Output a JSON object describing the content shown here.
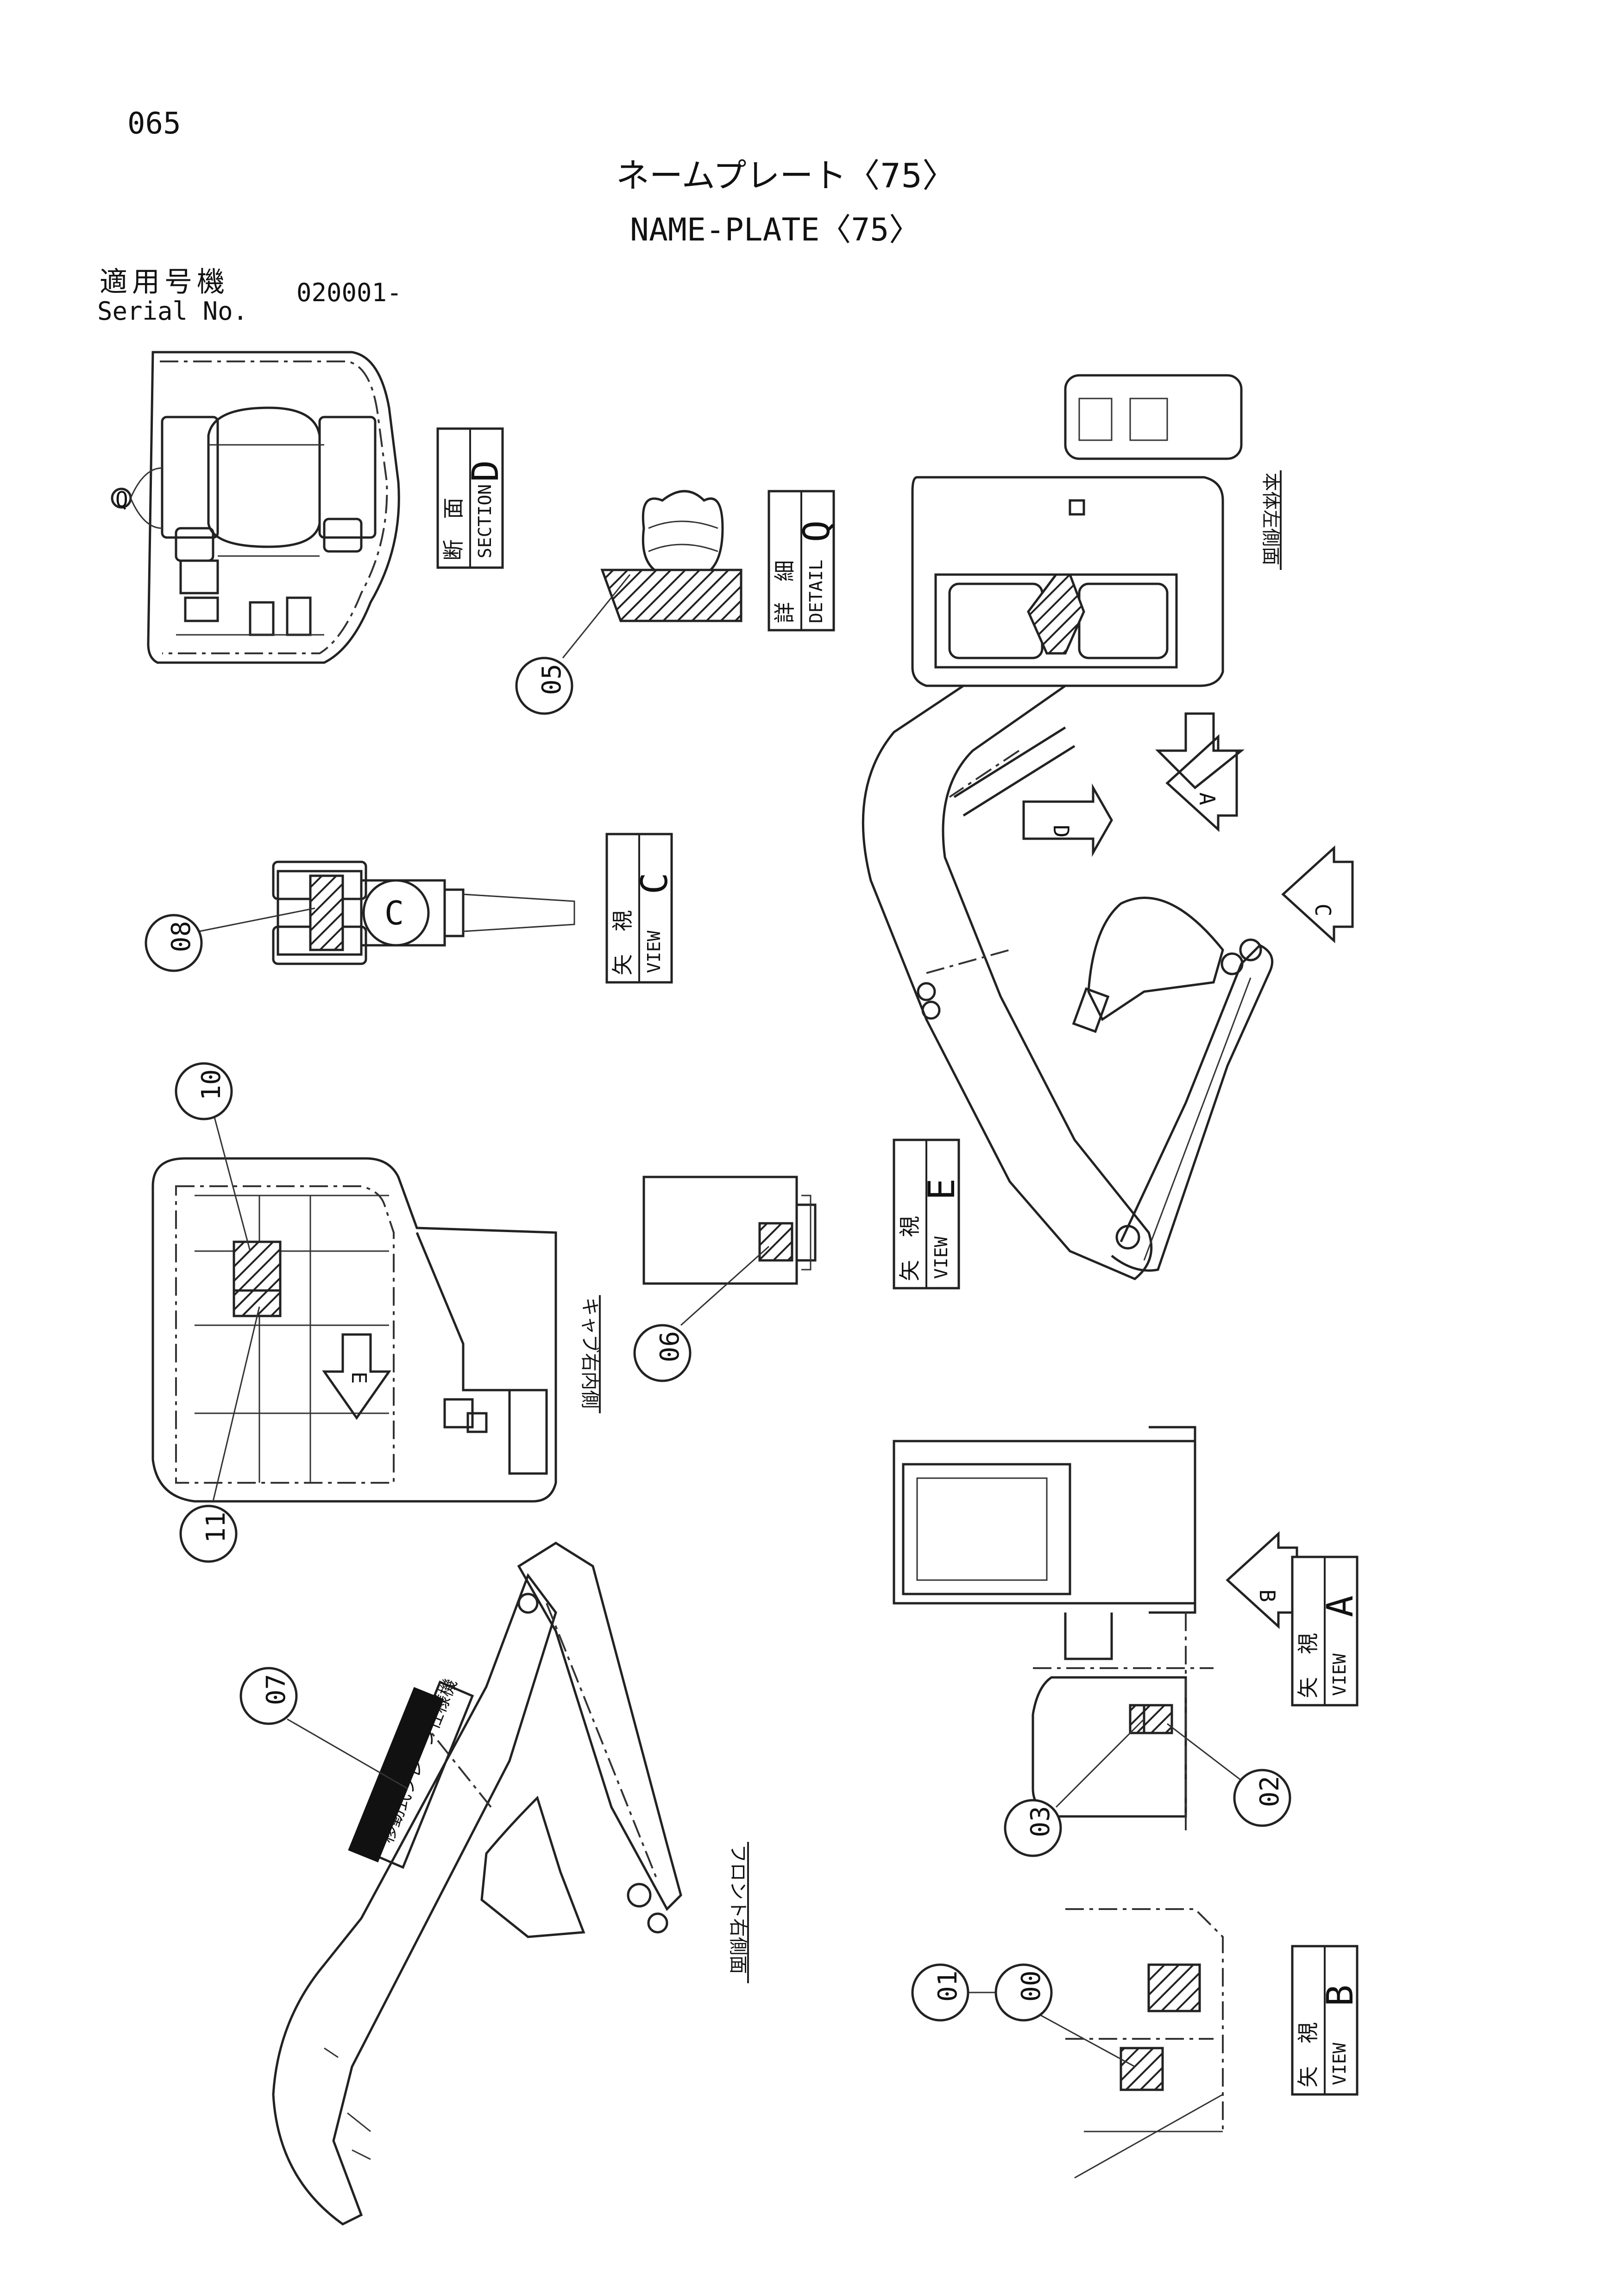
{
  "header": {
    "page_number": "065",
    "title_jp": "ネームプレート〈75〉",
    "title_en": "NAME-PLATE〈75〉",
    "serial_label_jp": "適用号機",
    "serial_label_en": "Serial No.",
    "serial_value": "020001-"
  },
  "callouts": [
    "00",
    "01",
    "02",
    "03",
    "05",
    "06",
    "07",
    "08",
    "10",
    "11"
  ],
  "view_labels": {
    "section_d": {
      "jp_a": "断",
      "jp_b": "面",
      "en": "SECTION",
      "letter": "D"
    },
    "detail_q": {
      "jp_a": "詳",
      "jp_b": "細",
      "en": "DETAIL",
      "letter": "Q"
    },
    "view_c": {
      "jp_a": "矢",
      "jp_b": "視",
      "en": "VIEW",
      "letter": "C"
    },
    "view_e": {
      "jp_a": "矢",
      "jp_b": "視",
      "en": "VIEW",
      "letter": "E"
    },
    "view_a": {
      "jp_a": "矢",
      "jp_b": "視",
      "en": "VIEW",
      "letter": "A"
    },
    "view_b": {
      "jp_a": "矢",
      "jp_b": "視",
      "en": "VIEW",
      "letter": "B"
    }
  },
  "arrows": {
    "a": "A",
    "b": "B",
    "c": "C",
    "d": "D",
    "e": "E"
  },
  "side_labels": {
    "body_left": "本体左側面",
    "cab_right_inside": "キャブ右内側",
    "front_right": "フロント右側面"
  },
  "detail_marker": "Q"
}
